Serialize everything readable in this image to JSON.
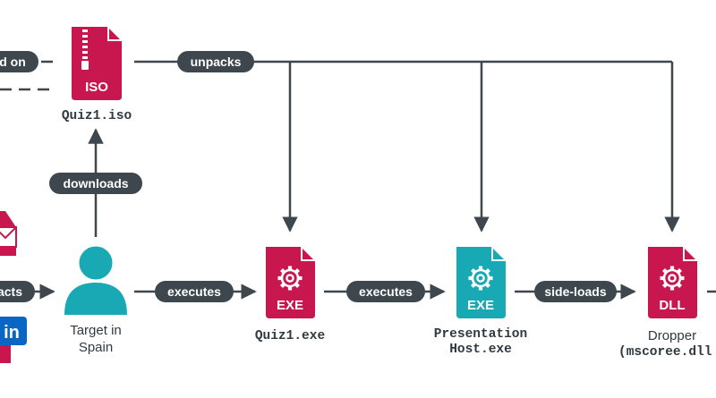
{
  "colors": {
    "line": "#3d474d",
    "pill": "#3d474d",
    "crimson": "#c8174f",
    "teal": "#19a9b4",
    "linkedin_blue": "#0a66c2",
    "text": "#2f3a40"
  },
  "edges": {
    "hosted_on": "d on",
    "unpacks": "unpacks",
    "downloads": "downloads",
    "contacts": "acts",
    "executes_1": "executes",
    "executes_2": "executes",
    "side_loads": "side-loads"
  },
  "nodes": {
    "iso": {
      "tag": "ISO",
      "label": "Quiz1.iso"
    },
    "target": {
      "label_line1": "Target in",
      "label_line2": "Spain"
    },
    "quiz_exe": {
      "tag": "EXE",
      "label": "Quiz1.exe"
    },
    "presentation_host": {
      "tag": "EXE",
      "label_line1": "Presentation",
      "label_line2": "Host.exe"
    },
    "dropper": {
      "tag": "DLL",
      "label_line1": "Dropper",
      "label_line2": "(mscoree.dll"
    },
    "linkedin": {
      "text": "in"
    }
  }
}
